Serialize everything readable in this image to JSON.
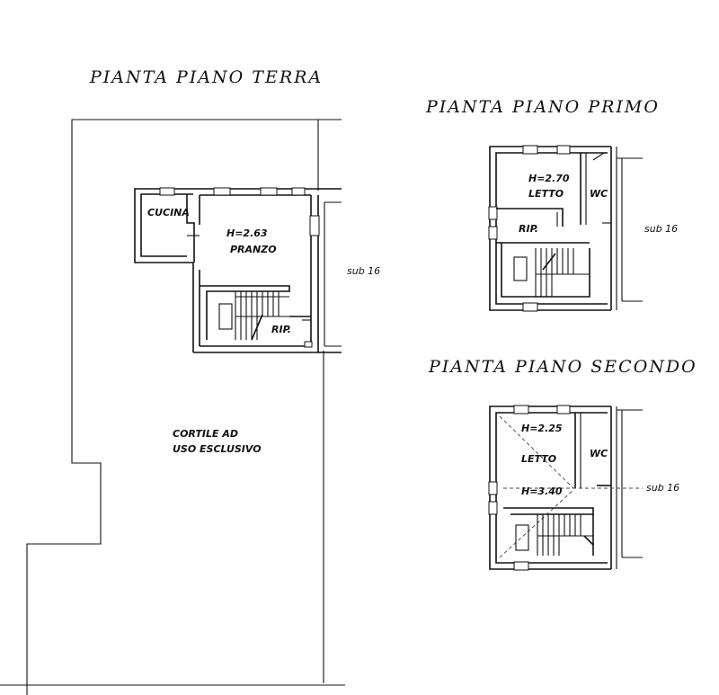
{
  "floors": {
    "ground": {
      "title": "PIANTA PIANO TERRA",
      "rooms": {
        "cucina": "CUCINA",
        "pranzo_height": "H=2.63",
        "pranzo": "PRANZO",
        "rip": "RIP."
      },
      "courtyard_line1": "CORTILE AD",
      "courtyard_line2": "USO ESCLUSIVO",
      "sub": "sub 16"
    },
    "first": {
      "title": "PIANTA PIANO PRIMO",
      "rooms": {
        "letto_height": "H=2.70",
        "letto": "LETTO",
        "wc": "WC",
        "rip": "RIP."
      },
      "sub": "sub 16"
    },
    "second": {
      "title": "PIANTA PIANO SECONDO",
      "rooms": {
        "letto_height_low": "H=2.25",
        "letto": "LETTO",
        "wc": "WC",
        "letto_height_high": "H=3.40"
      },
      "sub": "sub 16"
    }
  }
}
